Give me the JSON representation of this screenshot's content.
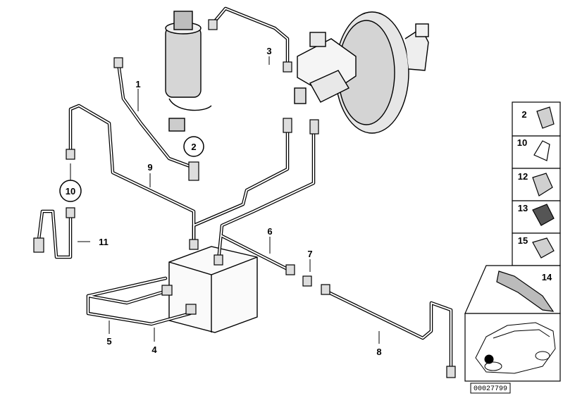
{
  "diagram": {
    "callouts": [
      "1",
      "2",
      "3",
      "4",
      "5",
      "6",
      "7",
      "8",
      "9",
      "10",
      "11"
    ],
    "side_panel": [
      "2",
      "10",
      "12",
      "13",
      "15",
      "14"
    ],
    "ref_code": "00027799"
  }
}
